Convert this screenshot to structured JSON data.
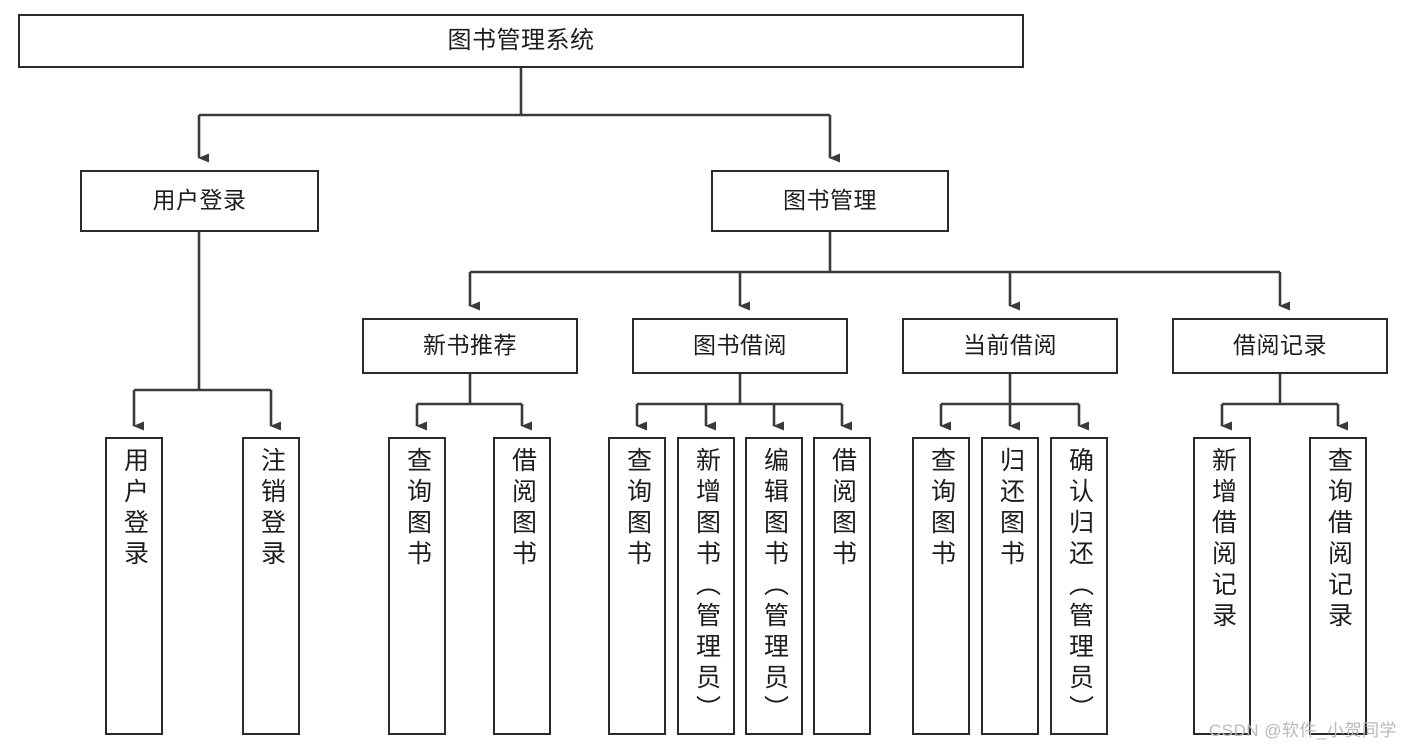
{
  "diagram": {
    "title": "图书管理系统",
    "type": "tree-hierarchy-chart",
    "colors": {
      "node_border": "#2b2b2b",
      "node_fill": "#ffffff",
      "connector": "#3a3a3a",
      "text": "#1d1d1d",
      "watermark": "#b9b9b9"
    },
    "root": {
      "label": "图书管理系统"
    },
    "level2": [
      {
        "label": "用户登录"
      },
      {
        "label": "图书管理"
      }
    ],
    "level3": [
      {
        "label": "新书推荐"
      },
      {
        "label": "图书借阅"
      },
      {
        "label": "当前借阅"
      },
      {
        "label": "借阅记录"
      }
    ],
    "leaves": {
      "user_login": [
        {
          "label": "用户登录"
        },
        {
          "label": "注销登录"
        }
      ],
      "new_book_recommend": [
        {
          "label": "查询图书"
        },
        {
          "label": "借阅图书"
        }
      ],
      "book_borrow": [
        {
          "label": "查询图书"
        },
        {
          "label": "新增图书（管理员）"
        },
        {
          "label": "编辑图书（管理员）"
        },
        {
          "label": "借阅图书"
        }
      ],
      "current_borrow": [
        {
          "label": "查询图书"
        },
        {
          "label": "归还图书"
        },
        {
          "label": "确认归还（管理员）"
        }
      ],
      "borrow_record": [
        {
          "label": "新增借阅记录"
        },
        {
          "label": "查询借阅记录"
        }
      ]
    },
    "watermark": "CSDN @软件_小贺同学"
  }
}
